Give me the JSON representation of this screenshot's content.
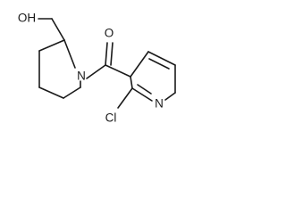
{
  "atoms": {
    "hydroxyl": "OH",
    "carbonyl_oxygen": "O",
    "piperidine_nitrogen": "N",
    "pyridine_nitrogen": "N",
    "chlorine": "Cl"
  },
  "colors": {
    "stroke": "#1a1a1a",
    "background": "#ffffff"
  }
}
